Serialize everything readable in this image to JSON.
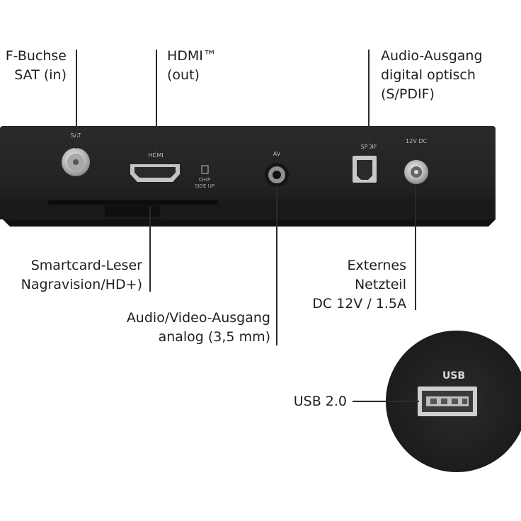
{
  "labels": {
    "f_buchse": [
      "F-Buchse",
      "SAT (in)"
    ],
    "hdmi": [
      "HDMI™",
      "(out)"
    ],
    "spdif": [
      "Audio-Ausgang",
      "digital optisch",
      "(S/PDIF)"
    ],
    "smartcard": [
      "Smartcard-Leser",
      "Nagravision/HD+)"
    ],
    "av": [
      "Audio/Video-Ausgang",
      "analog (3,5 mm)"
    ],
    "netzteil": [
      "Externes",
      "Netzteil",
      "DC 12V / 1.5A"
    ],
    "usb": "USB 2.0"
  },
  "device_text": {
    "sat": "SAT",
    "hdmi": "HDMI",
    "chip": "CHIP",
    "side_up": "SIDE UP",
    "av": "AV",
    "spdif": "SPDIF",
    "dc": "12V DC",
    "usb": "USB"
  },
  "colors": {
    "device": "#222222",
    "device_edge": "#111111",
    "metal": "#c9c9c9",
    "text": "#1f1f1f"
  }
}
